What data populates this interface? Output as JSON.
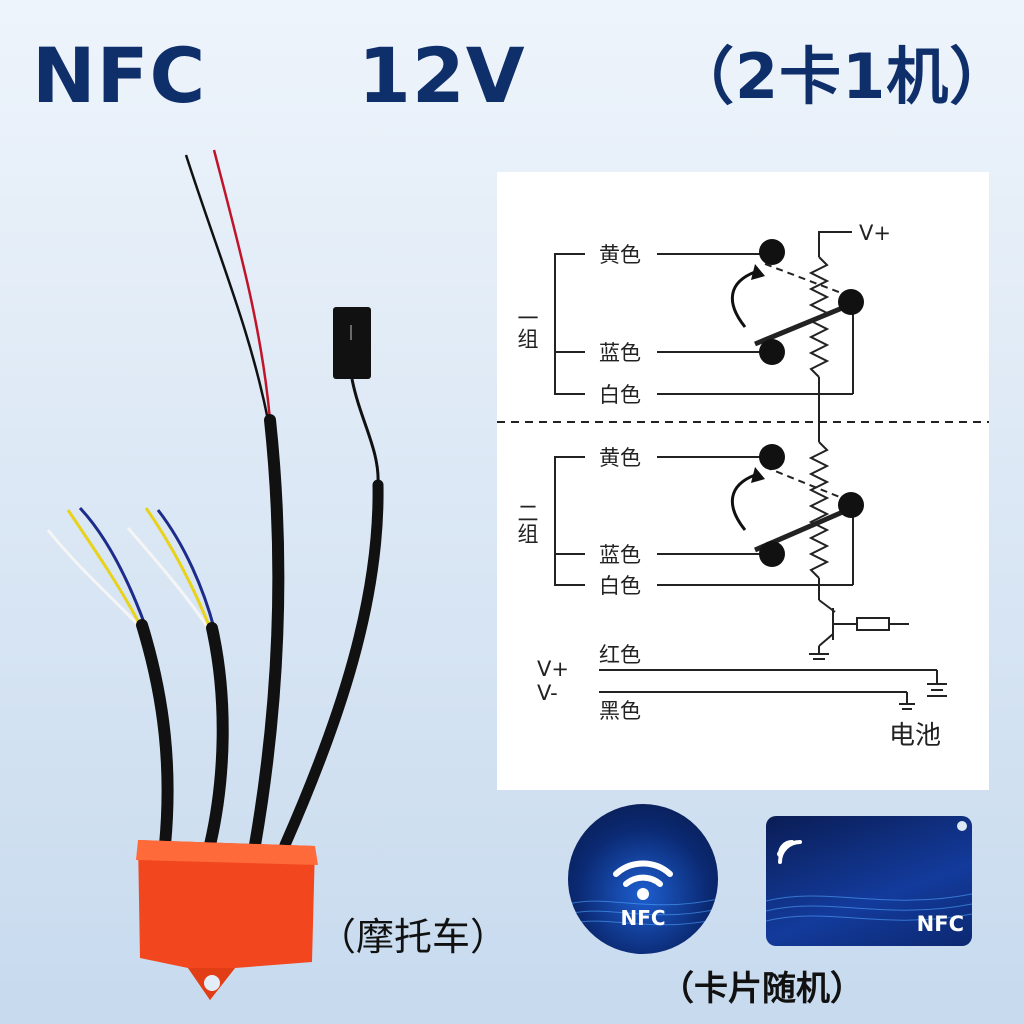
{
  "header": {
    "nfc": "NFC",
    "voltage": "12V",
    "package": "（2卡1机）"
  },
  "device": {
    "caption": "（摩托车）",
    "housing_color": "#f2461e"
  },
  "diagram": {
    "group1_label": "一组",
    "group2_label": "二组",
    "yellow": "黄色",
    "blue": "蓝色",
    "white": "白色",
    "vplus_top": "V+",
    "vplus": "V+",
    "vminus": "V-",
    "red": "红色",
    "black": "黑色",
    "battery": "电池"
  },
  "cards": {
    "caption": "（卡片随机）",
    "circle_label": "NFC",
    "card_label": "NFC",
    "accent": "#1e5fd0"
  }
}
